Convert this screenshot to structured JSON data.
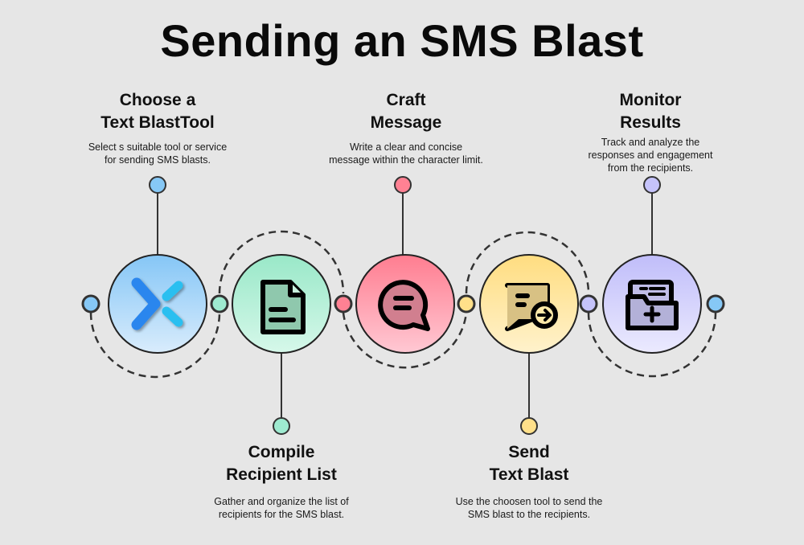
{
  "title": "Sending an SMS Blast",
  "steps": [
    {
      "title_line1": "Choose a",
      "title_line2": "Text BlastTool",
      "desc_line1": "Select s suitable tool or service",
      "desc_line2": "for sending SMS blasts.",
      "desc_line3": "",
      "icon": "blast-tool-logo-icon",
      "color": "#86c8f6"
    },
    {
      "title_line1": "Compile",
      "title_line2": "Recipient List",
      "desc_line1": "Gather and organize the list of",
      "desc_line2": "recipients for the SMS blast.",
      "desc_line3": "",
      "icon": "document-icon",
      "color": "#9eead0"
    },
    {
      "title_line1": "Craft",
      "title_line2": "Message",
      "desc_line1": "Write a clear and concise",
      "desc_line2": "message within the character limit.",
      "desc_line3": "",
      "icon": "chat-bubble-icon",
      "color": "#ff8193"
    },
    {
      "title_line1": "Send",
      "title_line2": "Text Blast",
      "desc_line1": "Use the choosen tool to send the",
      "desc_line2": "SMS blast to the recipients.",
      "desc_line3": "",
      "icon": "send-message-icon",
      "color": "#ffe08a"
    },
    {
      "title_line1": "Monitor",
      "title_line2": "Results",
      "desc_line1": "Track and analyze the",
      "desc_line2": "responses and engagement",
      "desc_line3": "from the recipients.",
      "icon": "folder-add-icon",
      "color": "#c5c3fb"
    }
  ],
  "end_connector_color": "#86c8f6"
}
